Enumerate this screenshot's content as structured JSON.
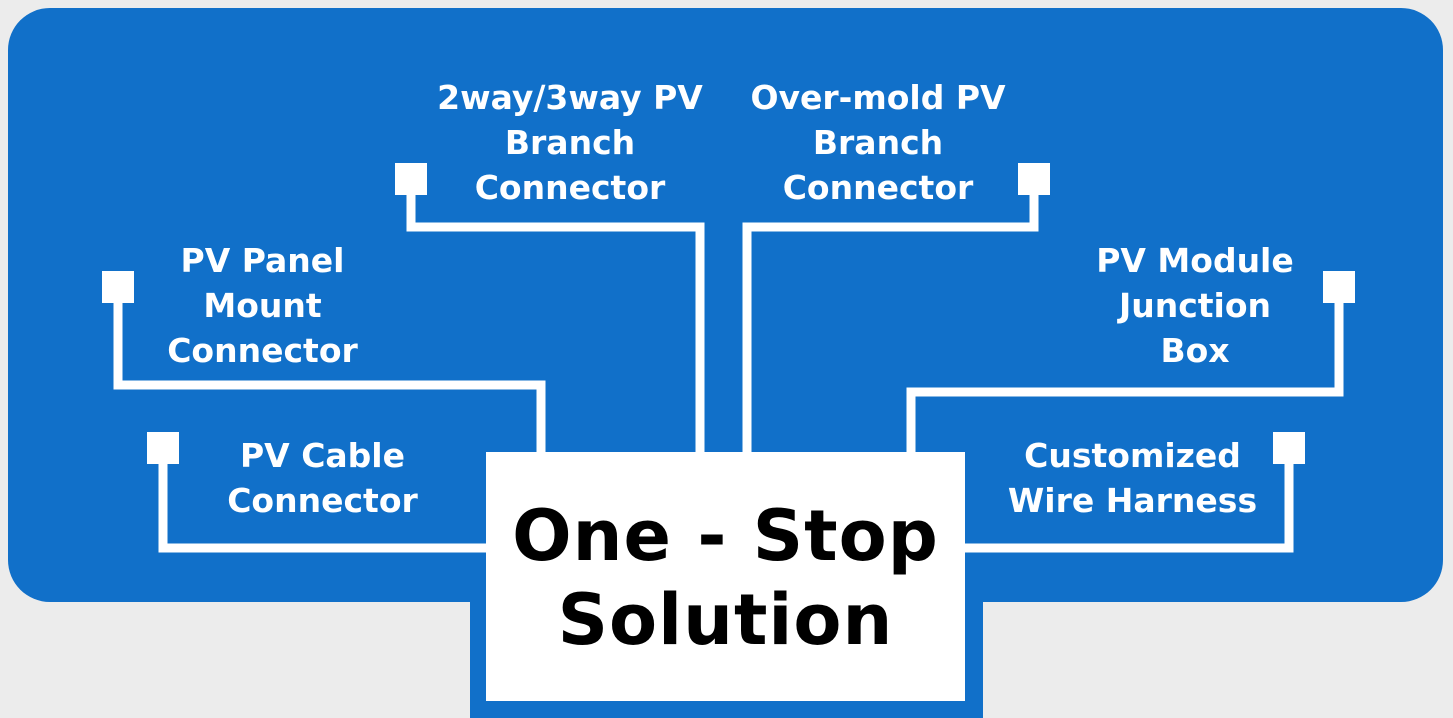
{
  "colors": {
    "background": "#ececec",
    "panel": "#1170c9",
    "line": "#ffffff",
    "box": "#ffffff",
    "title_text": "#000000"
  },
  "labels": {
    "pv_panel_mount_connector": "PV Panel\nMount\nConnector",
    "pv_cable_connector": "PV Cable\nConnector",
    "branch_connector": "2way/3way PV\nBranch\nConnector",
    "overmold_branch_connector": "Over-mold PV\nBranch\nConnector",
    "pv_module_junction_box": "PV Module\nJunction\nBox",
    "customized_wire_harness": "Customized\nWire Harness"
  },
  "center": {
    "title": "One - Stop\nSolution"
  }
}
